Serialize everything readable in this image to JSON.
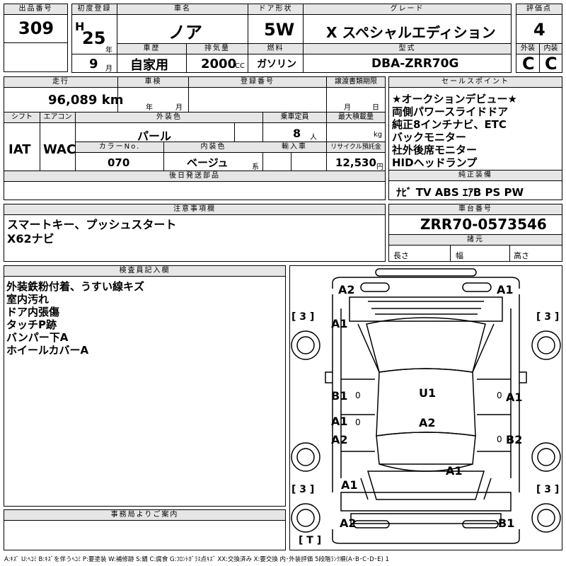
{
  "labels": {
    "lot_no": "出品番号",
    "first_reg": "初度登録",
    "car_name": "車名",
    "door_type": "ドア形状",
    "grade": "グレード",
    "score": "評価点",
    "history": "車歴",
    "displacement": "排気量",
    "fuel": "燃料",
    "model_code": "型式",
    "exterior": "外装",
    "interior": "内装",
    "mileage": "走行",
    "inspection": "車検",
    "reg_no": "登録番号",
    "transfer": "譲渡書類期限",
    "sales_points": "セールスポイント",
    "shift": "シフト",
    "aircon": "エアコン",
    "color": "外装色",
    "capacity": "乗車定員",
    "max_load": "最大積載量",
    "color_no": "カラーNo.",
    "int_color": "内装色",
    "import": "輸入車",
    "recycle": "リサイクル預託金",
    "later_parts": "後日発送部品",
    "genuine": "純正装備",
    "cautions": "注意事項欄",
    "chassis": "車台番号",
    "specs": "諸元",
    "length": "長さ",
    "width": "幅",
    "height": "高さ",
    "inspector": "検査員記入欄",
    "office": "事務局よりご案内",
    "h_era": "H",
    "year_unit": "年",
    "month_unit": "月",
    "cc": "CC",
    "persons": "人",
    "kg": "kg",
    "yen": "円",
    "kei": "系"
  },
  "vehicle": {
    "lot_no": "309",
    "reg_year": "25",
    "reg_month": "9",
    "car_name": "ノア",
    "door_type": "5W",
    "grade": "X スペシャルエディション",
    "score": "4",
    "history": "自家用",
    "displacement": "2000",
    "fuel": "ガソリン",
    "model_code": "DBA-ZRR70G",
    "exterior_grade": "C",
    "interior_grade": "C",
    "mileage": "96,089 km",
    "shift": "IAT",
    "aircon": "WAC",
    "color": "パール",
    "capacity": "8",
    "color_no": "070",
    "int_color": "ベージュ",
    "recycle": "12,530",
    "chassis": "ZRR70-0573546"
  },
  "sales_points": [
    "★オークションデビュー★",
    "両側パワースライドドア",
    "純正8インチナビ、ETC",
    "バックモニター",
    "社外後席モニター",
    "HIDヘッドランプ"
  ],
  "genuine_equipment": "ﾅﾋﾞ TV ABS ｴｱB PS PW",
  "cautions": [
    "スマートキー、プッシュスタート",
    "X62ナビ"
  ],
  "inspector_notes": [
    "外装鉄粉付着、うすい線キズ",
    "室内汚れ",
    "ドア内張傷",
    "タッチP跡",
    "バンパー下A",
    "ホイールカバーA"
  ],
  "damage": {
    "front_left": "A2",
    "front_right": "A1",
    "hood_left": "A1",
    "left_door_front": "B1",
    "left_door_rear": "A1",
    "left_slide_lower": "A2",
    "right_door_front": "A1",
    "right_door_rear": "B2",
    "roof": "U1",
    "roof_rear": "A2",
    "rear_glass_area": "A1",
    "rear_left_quarter": "A1",
    "rear_left": "A2",
    "rear_right": "B1",
    "tire_fl": "3",
    "tire_fr": "3",
    "tire_rl": "3",
    "tire_rr": "3",
    "spare": "T",
    "zero_marks": [
      "0",
      "0",
      "0",
      "0"
    ]
  },
  "legend": "A:ｷｽﾞ U:ﾍｺﾐ B:ｷｽﾞを伴うﾍｺﾐ P:要塗装 W:補修跡 S:錆 C:腐食 G:ﾌﾛﾝﾄｶﾞﾗｽ点ｷｽﾞ XX:交換済み X:要交換 内･外装評価 5段階ﾗﾝｸ順(A･B･C･D･E) 1"
}
